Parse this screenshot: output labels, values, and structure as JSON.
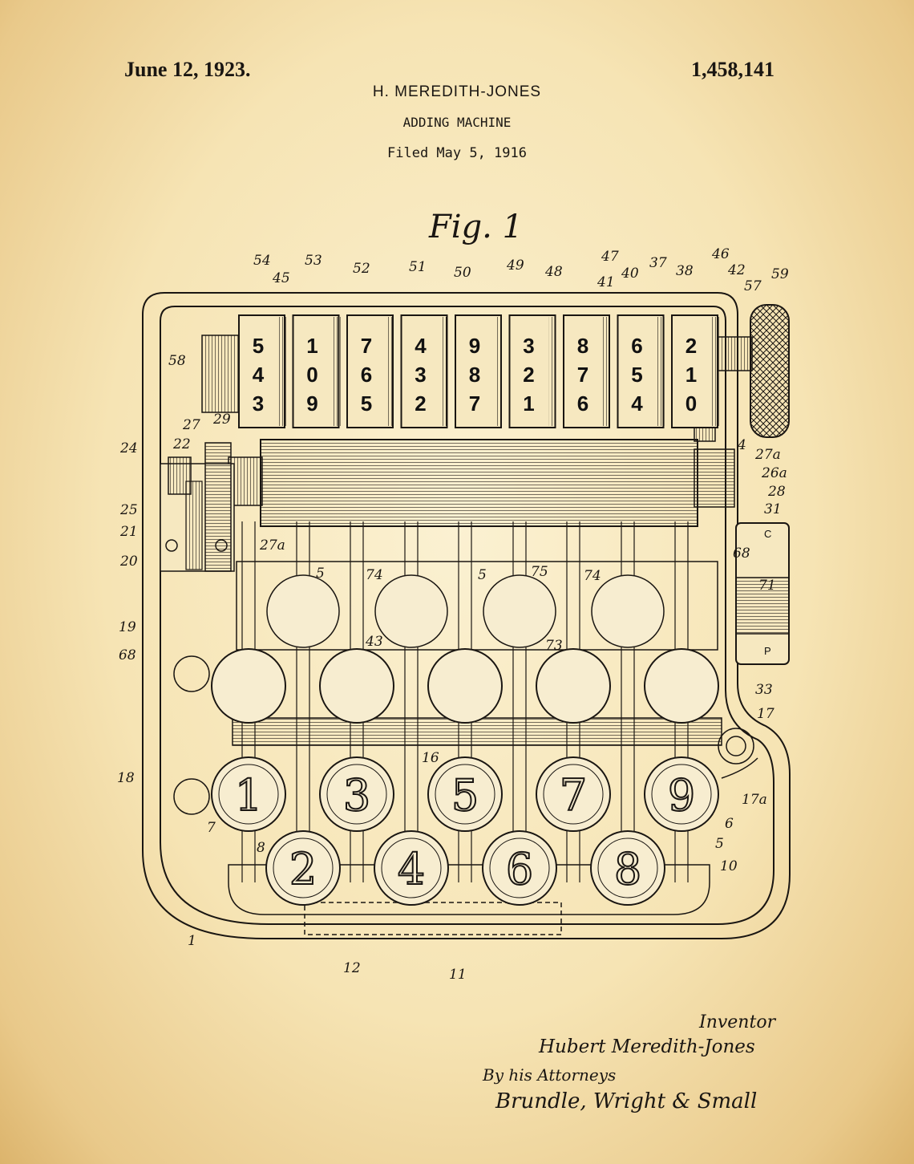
{
  "header": {
    "date": "June 12, 1923.",
    "patent_number": "1,458,141",
    "inventor": "H. MEREDITH-JONES",
    "title": "ADDING MACHINE",
    "filed": "Filed May 5, 1916"
  },
  "figure": {
    "label": "Fig. 1",
    "drum_columns": [
      [
        "5",
        "4",
        "3"
      ],
      [
        "1",
        "0",
        "9"
      ],
      [
        "7",
        "6",
        "5"
      ],
      [
        "4",
        "3",
        "2"
      ],
      [
        "9",
        "8",
        "7"
      ],
      [
        "3",
        "2",
        "1"
      ],
      [
        "8",
        "7",
        "6"
      ],
      [
        "6",
        "5",
        "4"
      ],
      [
        "2",
        "1",
        "0"
      ]
    ],
    "side_letters": [
      "C",
      "P"
    ],
    "keys_top_row": [
      "1",
      "3",
      "5",
      "7",
      "9"
    ],
    "keys_bottom_row": [
      "2",
      "4",
      "6",
      "8"
    ],
    "callouts_top": [
      "54",
      "53",
      "52",
      "51",
      "50",
      "49",
      "48",
      "47",
      "41",
      "40",
      "37",
      "38",
      "46",
      "42",
      "57",
      "59"
    ],
    "callouts_left": [
      "58",
      "45",
      "27",
      "29",
      "22",
      "24",
      "25",
      "21",
      "20",
      "27a",
      "19",
      "68",
      "18",
      "7",
      "8",
      "1"
    ],
    "callouts_right": [
      "4",
      "27a",
      "26a",
      "28",
      "31",
      "68",
      "71",
      "33",
      "17",
      "17a",
      "6",
      "5",
      "10"
    ],
    "callouts_inner": [
      "5",
      "74",
      "5",
      "75",
      "74",
      "43",
      "73",
      "16"
    ],
    "callouts_bottom": [
      "12",
      "11"
    ]
  },
  "signature": {
    "inventor_label": "Inventor",
    "inventor_signature": "Hubert Meredith-Jones",
    "by_line": "By his Attorneys",
    "attorneys_signature": "Brundle, Wright & Small"
  }
}
